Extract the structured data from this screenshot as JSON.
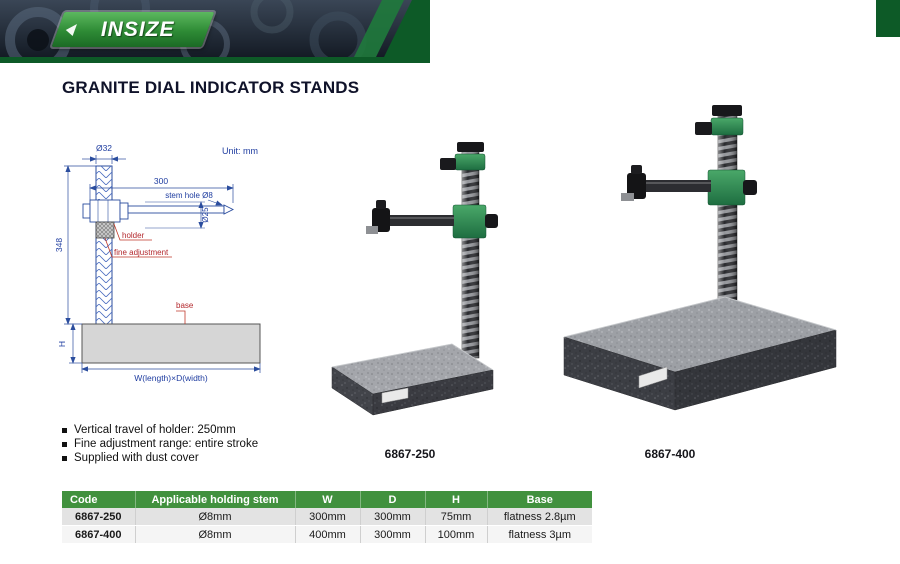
{
  "colors": {
    "brand_green": "#2e8b35",
    "dark_green_strip": "#0d5a27",
    "table_header_green": "#41913e",
    "diagram_blue": "#2b4d9e",
    "diagram_label_blue": "#1f3da0",
    "diagram_red": "#b3282d"
  },
  "header": {
    "logo_text": "INSIZE"
  },
  "page": {
    "title": "GRANITE DIAL INDICATOR STANDS"
  },
  "diagram": {
    "unit": "Unit: mm",
    "labels": {
      "dia32": "Ø32",
      "len300": "300",
      "stem_hole": "stem hole Ø8",
      "dia25": "Ø25",
      "holder": "holder",
      "fine_adjustment": "fine adjustment",
      "base": "base",
      "h348": "348",
      "h": "H",
      "footprint": "W(length)×D(width)"
    }
  },
  "products": [
    {
      "code": "6867-250"
    },
    {
      "code": "6867-400"
    }
  ],
  "features": [
    "Vertical travel of holder: 250mm",
    "Fine adjustment range: entire stroke",
    "Supplied with dust cover"
  ],
  "table": {
    "headers": [
      "Code",
      "Applicable holding stem",
      "W",
      "D",
      "H",
      "Base"
    ],
    "rows": [
      [
        "6867-250",
        "Ø8mm",
        "300mm",
        "300mm",
        "75mm",
        "flatness 2.8µm"
      ],
      [
        "6867-400",
        "Ø8mm",
        "400mm",
        "300mm",
        "100mm",
        "flatness 3µm"
      ]
    ]
  }
}
